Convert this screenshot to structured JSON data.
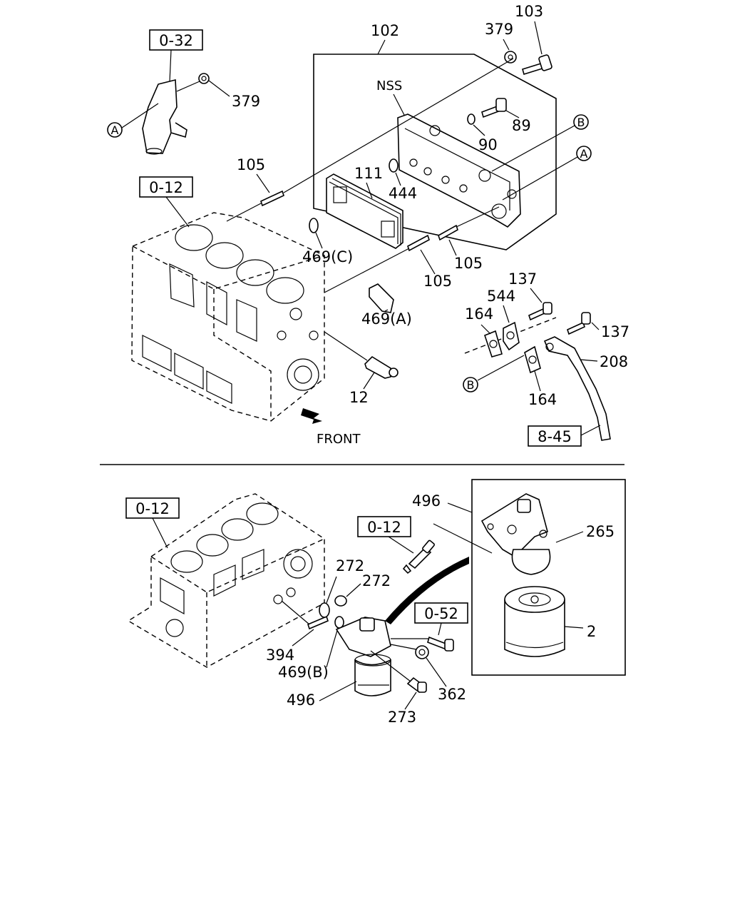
{
  "refs": {
    "r0_32": "0-32",
    "r0_12_top": "0-12",
    "r8_45": "8-45",
    "r0_12_bottom": "0-12",
    "r0_12_mid": "0-12",
    "r0_52": "0-52"
  },
  "callouts": {
    "A": "A",
    "B": "B"
  },
  "labels": {
    "p102": "102",
    "p103": "103",
    "p379_a": "379",
    "p379_b": "379",
    "nss": "NSS",
    "p89": "89",
    "p90": "90",
    "p111": "111",
    "p444": "444",
    "p105_a": "105",
    "p105_b": "105",
    "p105_c": "105",
    "p469c": "469(C)",
    "p469a": "469(A)",
    "p12": "12",
    "front": "FRONT",
    "p137_a": "137",
    "p137_b": "137",
    "p544": "544",
    "p164_a": "164",
    "p164_b": "164",
    "p208": "208",
    "p496_a": "496",
    "p265": "265",
    "p2": "2",
    "p272_a": "272",
    "p272_b": "272",
    "p394": "394",
    "p469b": "469(B)",
    "p496_b": "496",
    "p273": "273",
    "p362": "362"
  }
}
